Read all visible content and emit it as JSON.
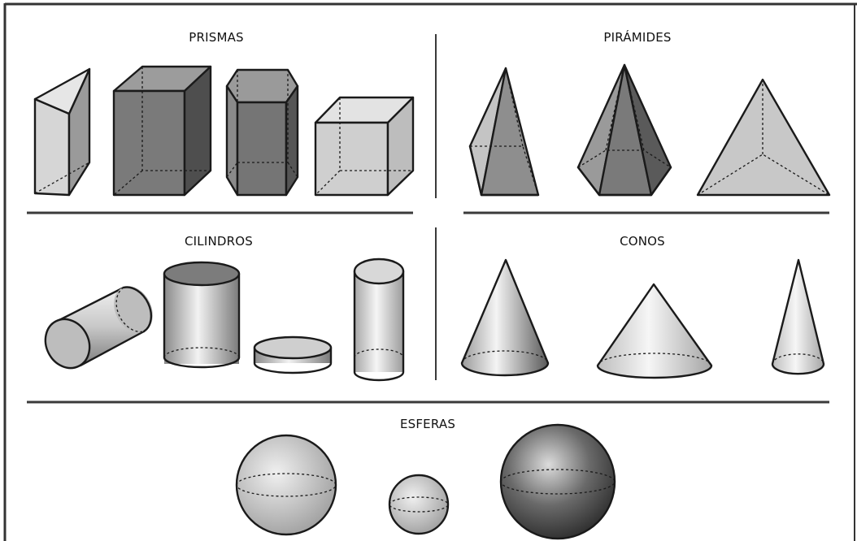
{
  "sections": {
    "prisms": {
      "title": "PRISMAS"
    },
    "pyramids": {
      "title": "PIRÁMIDES"
    },
    "cylinders": {
      "title": "CILINDROS"
    },
    "cones": {
      "title": "CONOS"
    },
    "spheres": {
      "title": "ESFERAS"
    }
  },
  "colors": {
    "light": "#d3d3d3",
    "mid": "#a9a9a9",
    "dark": "#6e6e6e",
    "line": "#1a1a1a"
  }
}
